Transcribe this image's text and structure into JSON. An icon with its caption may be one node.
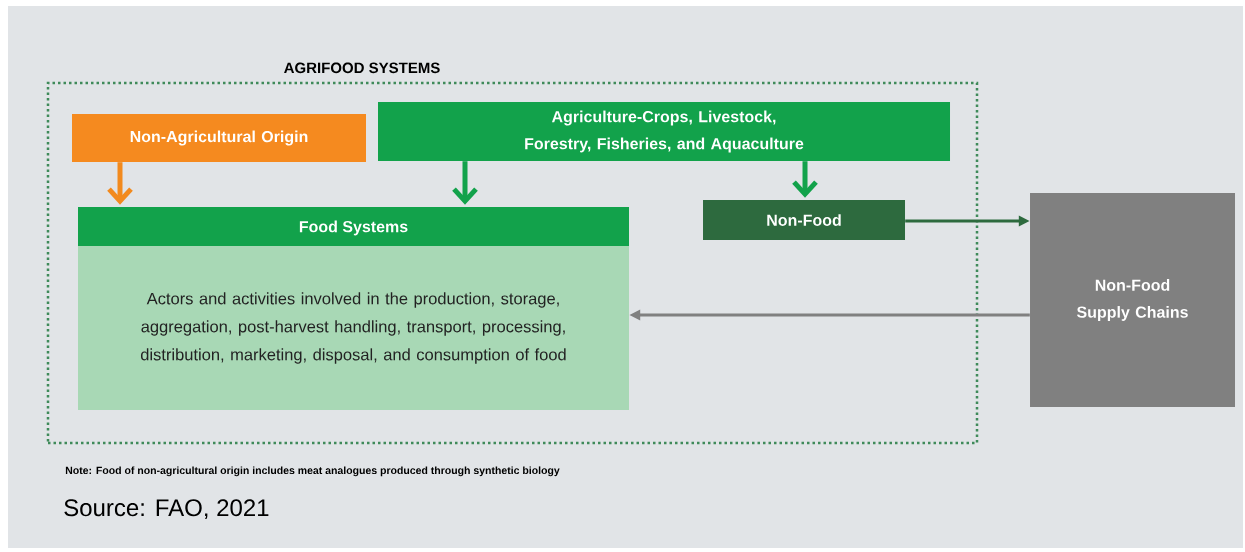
{
  "diagram": {
    "nodes": [
      {
        "text": [
          "AGRIFOOD SYSTEMS"
        ]
      },
      {
        "text": [
          "Non-Agricultural Origin"
        ],
        "in": 0
      },
      {
        "text": [
          "Agriculture-Crops, Livestock, Forestry, Fisheries, and Aquaculture"
        ],
        "in": 0
      },
      {
        "text": [
          "Food Systems",
          "Actors and activities involved in the production, storage, aggregation, post-harvest handling, transport, processing, distribution, marketing, disposal, and consumption of food"
        ],
        "in": 0
      },
      {
        "text": [
          "Non-Food"
        ],
        "in": 0
      },
      {
        "text": [
          "Non-Food Supply Chains"
        ]
      }
    ],
    "edges": [
      {
        "from": 1,
        "to": 3,
        "arrow": "to",
        "color": "#f28a1e"
      },
      {
        "from": 2,
        "to": 3,
        "arrow": "to",
        "color": "#12a24b"
      },
      {
        "from": 2,
        "to": 4,
        "arrow": "to",
        "color": "#12a24b"
      },
      {
        "from": 4,
        "to": 5,
        "arrow": "to",
        "color": "#2d6a3e"
      },
      {
        "from": 5,
        "to": 3,
        "arrow": "to",
        "color": "#808080"
      }
    ],
    "labels": [
      "Note: Food of non-agricultural origin includes meat analogues produced through synthetic biology",
      "Source: FAO, 2021"
    ]
  }
}
